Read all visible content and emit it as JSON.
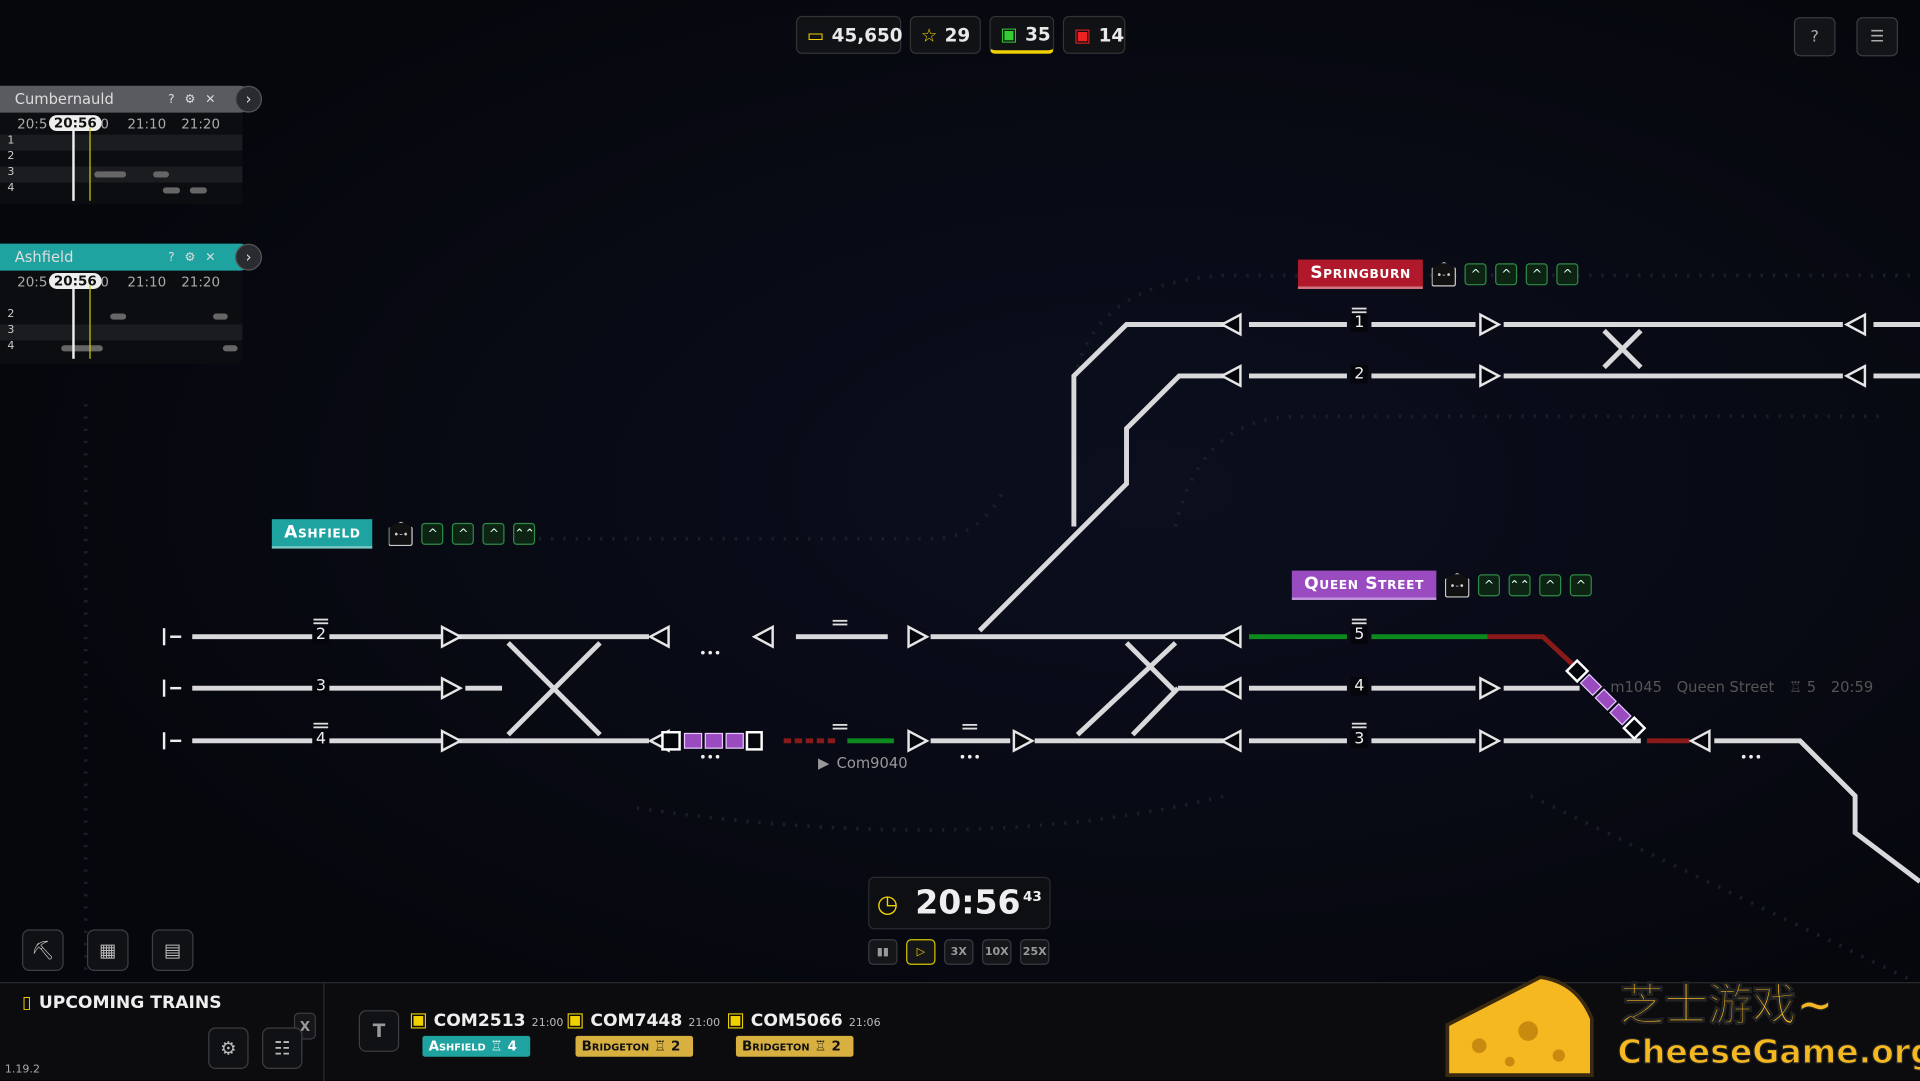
{
  "hud": {
    "money": "45,650",
    "stars": "29",
    "trains_green": "35",
    "trains_red": "14"
  },
  "colors": {
    "ashfield": "#1fa3a0",
    "springburn": "#b0192c",
    "queen_street": "#9b4bc0",
    "accent": "#f0d000",
    "bridgeton": "#d8b040"
  },
  "timelines": [
    {
      "station": "Cumbernauld",
      "current": "20:56",
      "ticks": [
        "20:5",
        "0",
        "21:10",
        "21:20"
      ],
      "rows": [
        "1",
        "2",
        "3",
        "4"
      ]
    },
    {
      "station": "Ashfield",
      "current": "20:56",
      "ticks": [
        "20:5",
        "0",
        "21:10",
        "21:20"
      ],
      "rows": [
        "2",
        "3",
        "4"
      ]
    }
  ],
  "stations": {
    "ashfield": "Ashfield",
    "springburn": "Springburn",
    "queen_street": "Queen Street"
  },
  "platforms": {
    "ashfield": [
      "2",
      "3",
      "4"
    ],
    "springburn": [
      "1",
      "2"
    ],
    "queen_street": [
      "5",
      "4",
      "3"
    ]
  },
  "trains": {
    "moving": "Com9040",
    "queen_label": "m1045",
    "queen_dest": "Queen Street",
    "queen_platform": "5",
    "queen_time": "20:59"
  },
  "clock": {
    "time": "20:56",
    "seconds": "43",
    "speeds": [
      "3X",
      "10X",
      "25X"
    ],
    "playing": true
  },
  "upcoming": {
    "title": "UPCOMING TRAINS",
    "close": "X",
    "filter": "T",
    "version": "1.19.2",
    "items": [
      {
        "id": "COM2513",
        "time": "21:00",
        "station": "Ashfield",
        "platform": "4",
        "color": "#1fa3a0"
      },
      {
        "id": "COM7448",
        "time": "21:00",
        "station": "Bridgeton",
        "platform": "2",
        "color": "#d8b040"
      },
      {
        "id": "COM5066",
        "time": "21:06",
        "station": "Bridgeton",
        "platform": "2",
        "color": "#d8b040"
      }
    ]
  },
  "watermark": {
    "cn": "芝士游戏~",
    "en": "CheeseGame.org"
  }
}
